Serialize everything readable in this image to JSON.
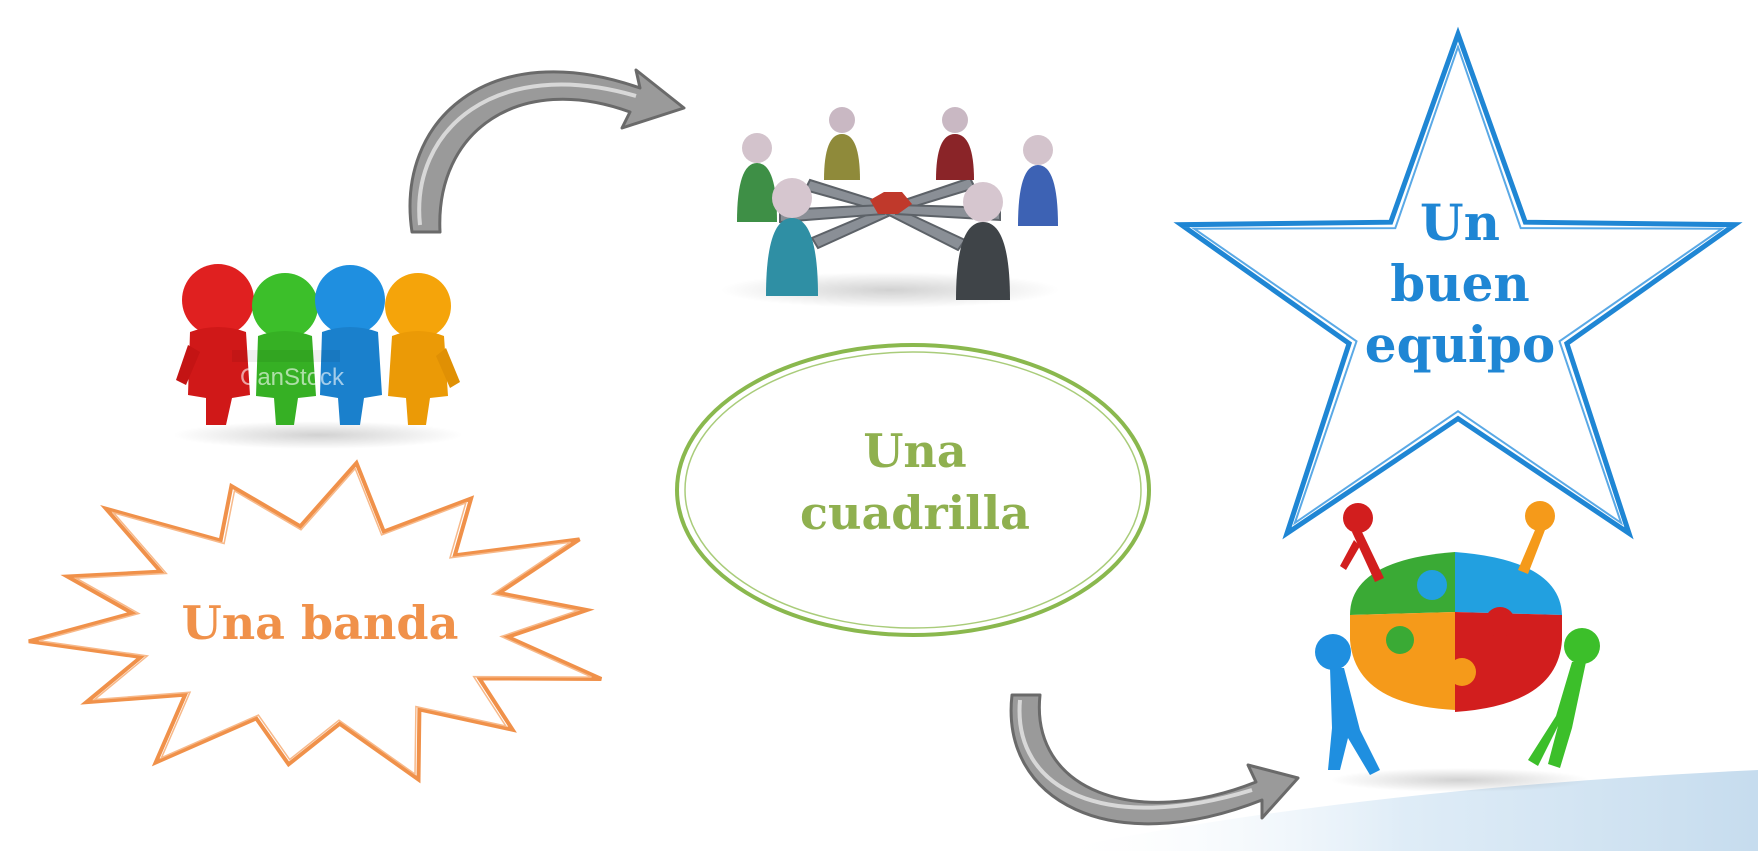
{
  "labels": {
    "banda": "Una banda",
    "cuadrilla_line1": "Una",
    "cuadrilla_line2": "cuadrilla",
    "equipo_line1": "Un",
    "equipo_line2": "buen",
    "equipo_line3": "equipo"
  },
  "watermark": "CanStock",
  "colors": {
    "banda": "#f0914a",
    "cuadrilla": "#8fb04f",
    "cuadrilla_outline": "#8ab84e",
    "equipo": "#1f86d4",
    "arrow_fill": "#9a9a9a",
    "arrow_edge": "#6a6a6a",
    "fig_red": "#e02020",
    "fig_green": "#3cbf2a",
    "fig_blue": "#1f8fe0",
    "fig_yellow": "#f5a40a",
    "puzzle_green": "#3aaa35",
    "puzzle_blue": "#22a0e0",
    "puzzle_orange": "#f59a1a",
    "puzzle_red": "#d21e1e",
    "bg_swoosh": "#dbeaf6"
  },
  "icons": [
    "curved-arrow-icon",
    "team-hug-figures-icon",
    "round-table-figures-icon",
    "puzzle-team-figures-icon"
  ]
}
